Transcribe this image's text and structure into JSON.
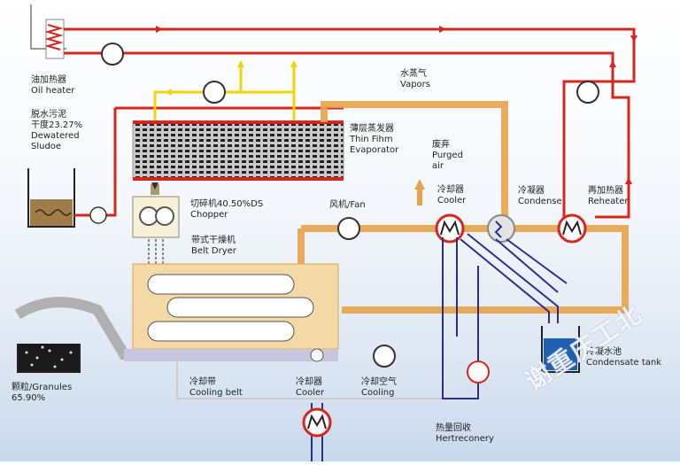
{
  "labels": {
    "oil_heater": {
      "zh": "油加热器",
      "en": "Oil heater"
    },
    "dewatered": {
      "zh": "脱水污泥",
      "zh2": "干度23.27%",
      "en": "Dewatered",
      "en2": "Sludoe"
    },
    "vapors": {
      "zh": "水蒸气",
      "en": "Vapors"
    },
    "evaporator": {
      "zh": "薄层蒸发器",
      "en": "Thin Fihm",
      "en2": "Evaporator"
    },
    "purged_air": {
      "zh": "废弃",
      "en": "Purged",
      "en2": "air"
    },
    "chopper": {
      "zh": "切碎机40.50%DS",
      "en": "Chopper"
    },
    "fan": {
      "text": "风机/Fan"
    },
    "cooler_top": {
      "zh": "冷却器",
      "en": "Cooler"
    },
    "condenser": {
      "zh": "冷凝器",
      "en": "Condense"
    },
    "reheater": {
      "zh": "再加热器",
      "en": "Reheater"
    },
    "belt_dryer": {
      "zh": "带式干燥机",
      "en": "Belt  Dryer"
    },
    "condensate_tank": {
      "zh": "冷凝水池",
      "en": "Condensate tank"
    },
    "granules": {
      "zh": "颗粒/Granules",
      "en": "65.90%"
    },
    "cooling_belt": {
      "zh": "冷却带",
      "en": "Cooling belt"
    },
    "cooler_bottom": {
      "zh": "冷却器",
      "en": "Cooler"
    },
    "cooling_air": {
      "zh": "冷却空气",
      "en": "Cooling"
    },
    "heat_recovery": {
      "zh": "热量回收",
      "en": "Hertreconery"
    }
  },
  "watermark": "谢重庆工北",
  "colors": {
    "hot_oil": "#d7261e",
    "steam": "#f2d40a",
    "air": "#e8a34a",
    "cooling_water": "#2a2f8c",
    "condensate": "#1f5fb0"
  }
}
